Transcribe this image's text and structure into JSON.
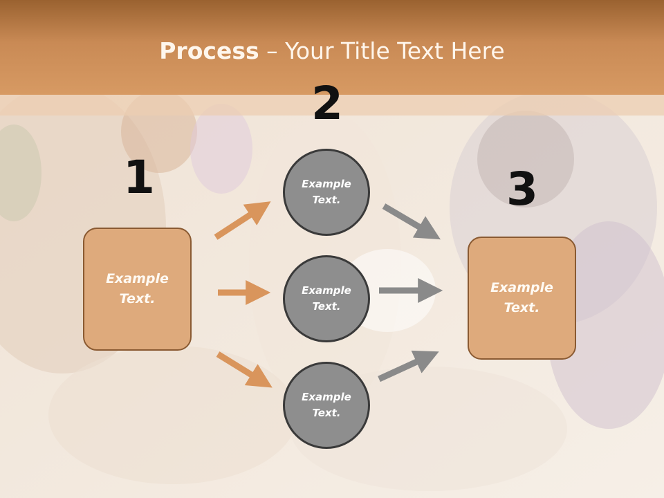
{
  "title": {
    "bold": "Process",
    "rest": " – Your Title Text Here"
  },
  "steps": {
    "one": "1",
    "two": "2",
    "three": "3"
  },
  "left_box": {
    "line1": "Example",
    "line2": "Text."
  },
  "right_box": {
    "line1": "Example",
    "line2": "Text."
  },
  "circles": [
    {
      "line1": "Example",
      "line2": "Text."
    },
    {
      "line1": "Example",
      "line2": "Text."
    },
    {
      "line1": "Example",
      "line2": "Text."
    }
  ],
  "colors": {
    "header": "#c98a55",
    "box_fill": "#deaa7c",
    "box_border": "#8a5a32",
    "circle_fill": "#8e8e8e",
    "arrow_orange": "#d9955c",
    "arrow_gray": "#8a8a8a"
  }
}
